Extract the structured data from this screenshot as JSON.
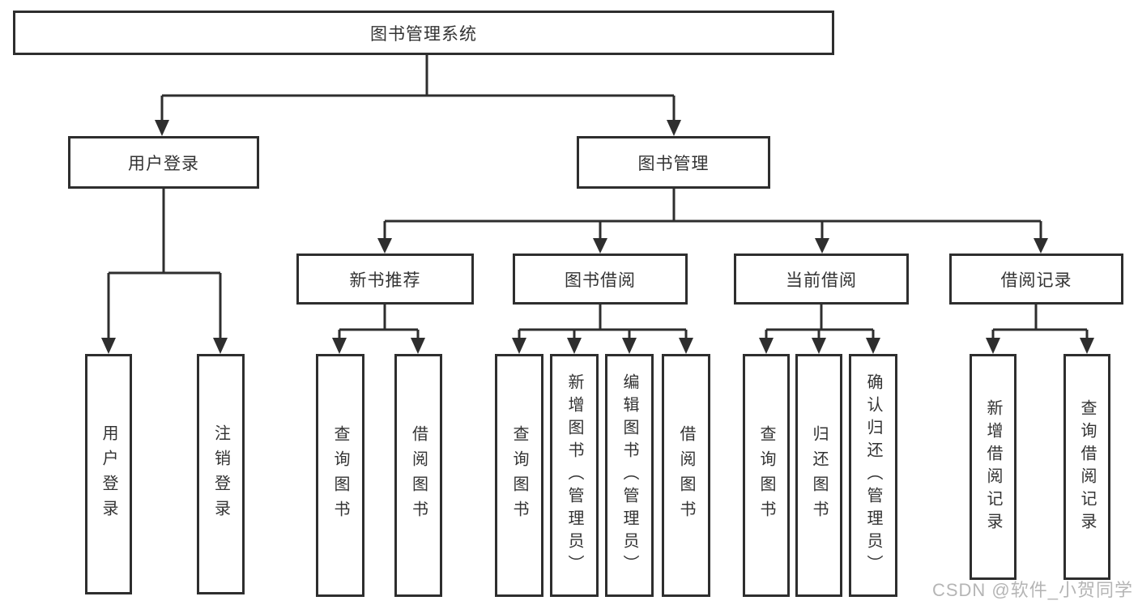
{
  "diagram": {
    "root": {
      "label": "图书管理系统"
    },
    "user_login": {
      "label": "用户登录",
      "children": [
        {
          "label": "用户登录"
        },
        {
          "label": "注销登录"
        }
      ]
    },
    "book_management": {
      "label": "图书管理",
      "children": [
        {
          "label": "新书推荐",
          "children": [
            {
              "label": "查询图书"
            },
            {
              "label": "借阅图书"
            }
          ]
        },
        {
          "label": "图书借阅",
          "children": [
            {
              "label": "查询图书"
            },
            {
              "label": "新增图书（管理员）"
            },
            {
              "label": "编辑图书（管理员）"
            },
            {
              "label": "借阅图书"
            }
          ]
        },
        {
          "label": "当前借阅",
          "children": [
            {
              "label": "查询图书"
            },
            {
              "label": "归还图书"
            },
            {
              "label": "确认归还（管理员）"
            }
          ]
        },
        {
          "label": "借阅记录",
          "children": [
            {
              "label": "新增借阅记录"
            },
            {
              "label": "查询借阅记录"
            }
          ]
        }
      ]
    }
  },
  "watermark": {
    "text": "CSDN @软件_小贺同学"
  },
  "colors": {
    "line": "#2e2e2e",
    "box_background": "#ffffff",
    "text": "#333333",
    "watermark": "#b5b5b5"
  }
}
